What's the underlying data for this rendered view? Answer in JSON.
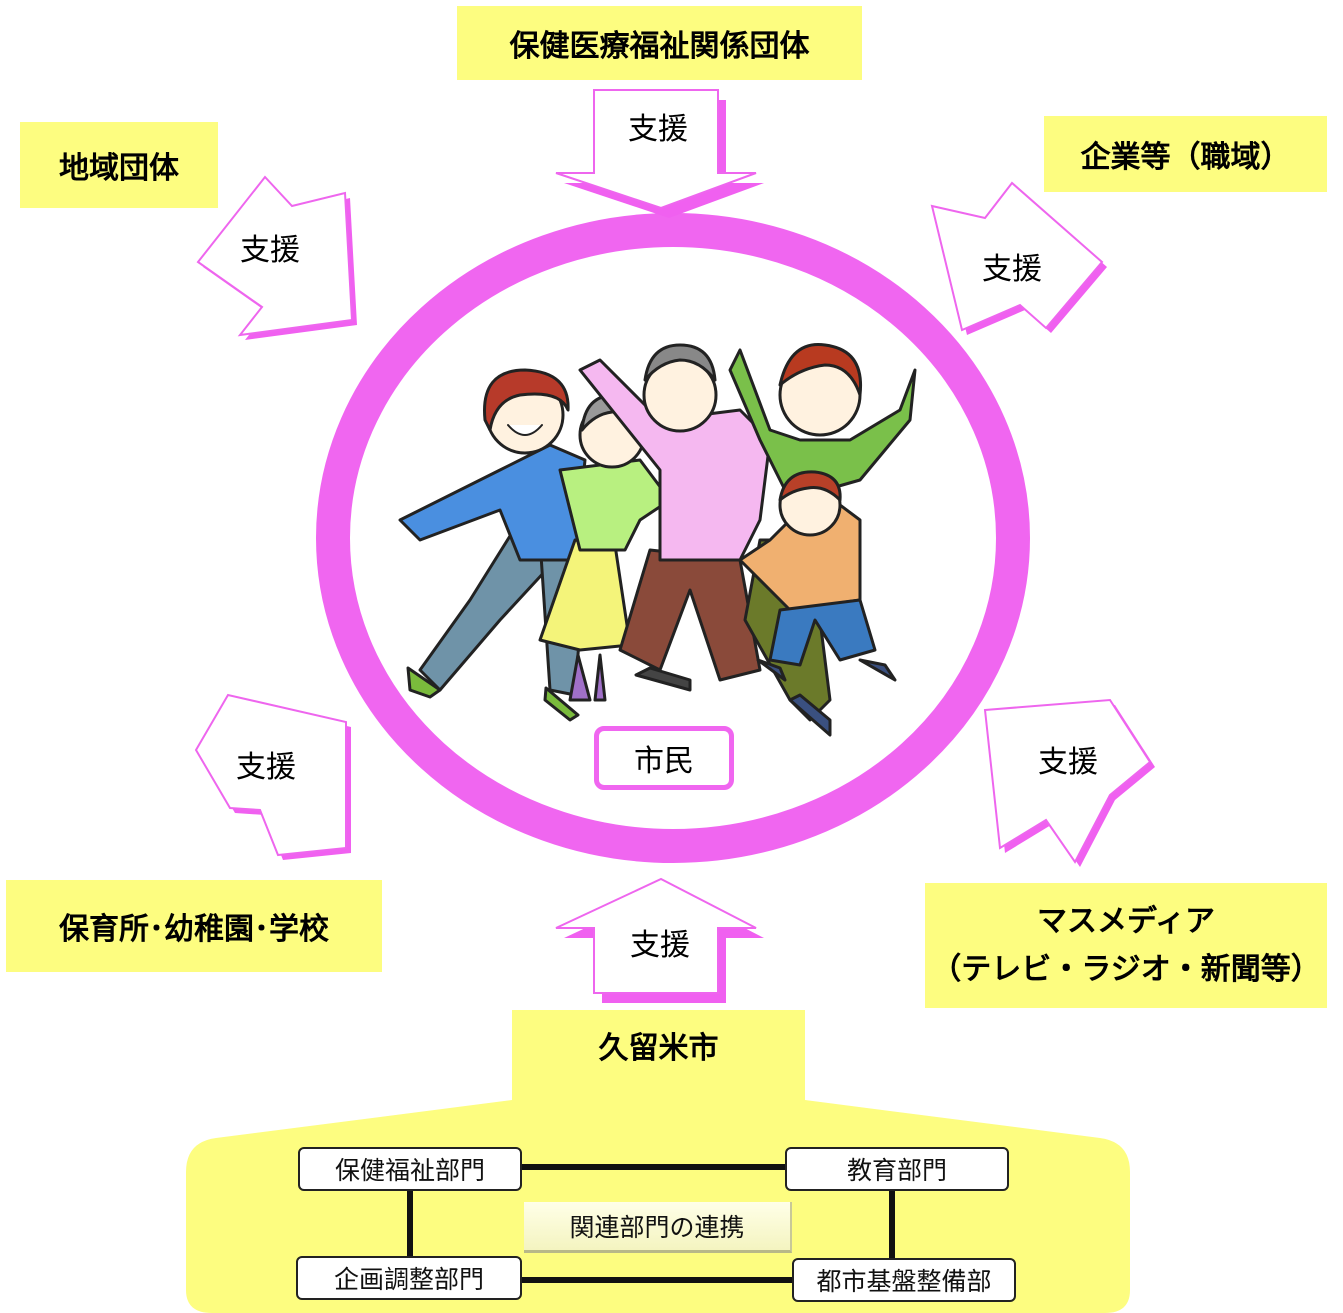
{
  "center": {
    "label": "市民"
  },
  "orgs": {
    "health": "保健医療福祉関係団体",
    "community": "地域団体",
    "company": "企業等（職域）",
    "schools": "保育所･幼稚園･学校",
    "media_line1": "マスメディア",
    "media_line2": "（テレビ・ラジオ・新聞等）",
    "city": "久留米市"
  },
  "support_label": "支援",
  "departments": {
    "health_welfare": "保健福祉部門",
    "education": "教育部門",
    "planning": "企画調整部門",
    "urban": "都市基盤整備部",
    "collaboration": "関連部門の連携"
  },
  "colors": {
    "box": "#fdfd80",
    "ring": "#f066f0",
    "arrow_shadow": "#f060f0"
  }
}
